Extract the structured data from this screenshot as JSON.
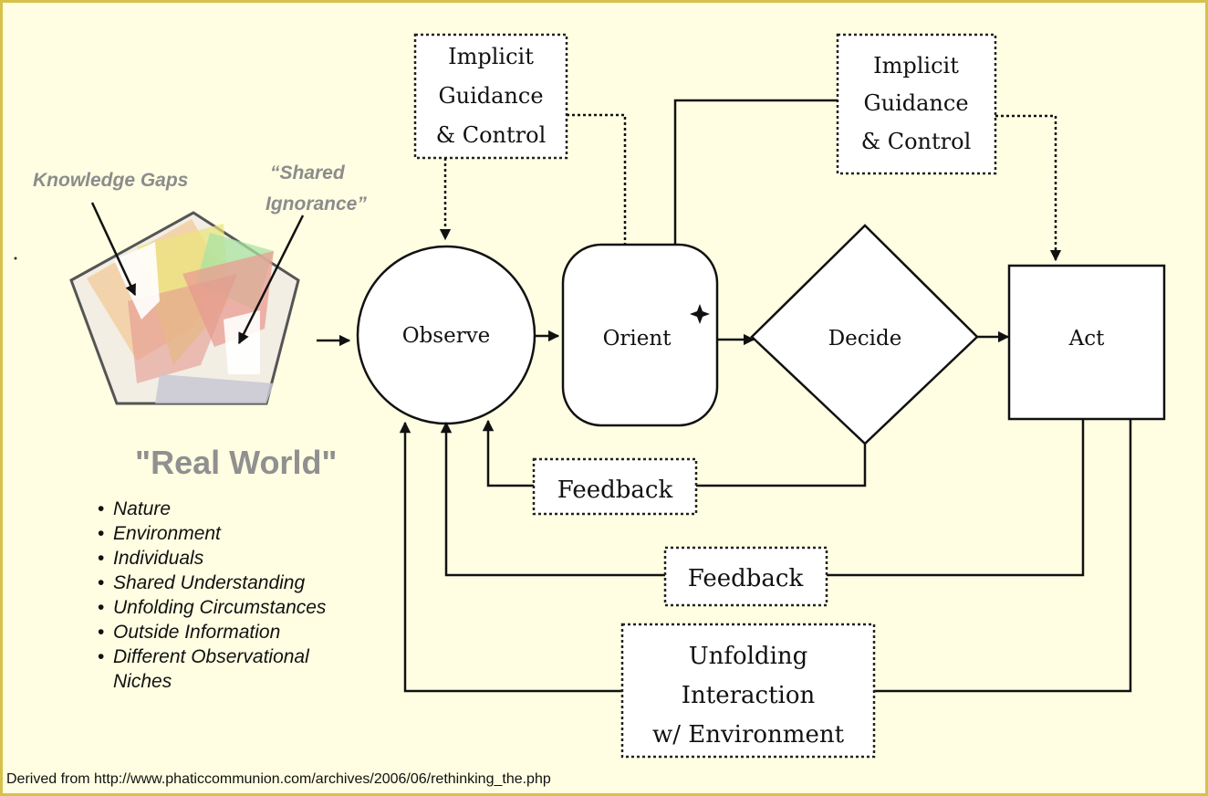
{
  "real_world": {
    "knowledge_gaps": "Knowledge Gaps",
    "shared_ignorance_line1": "“Shared",
    "shared_ignorance_line2": "Ignorance”",
    "title": "\"Real World\"",
    "items": [
      "Nature",
      "Environment",
      "Individuals",
      "Shared Understanding",
      "Unfolding Circumstances",
      "Outside Information",
      "Different Observational Niches"
    ]
  },
  "loop": {
    "observe": "Observe",
    "orient": "Orient",
    "decide": "Decide",
    "act": "Act"
  },
  "guidance_left": [
    "Implicit",
    "Guidance",
    "& Control"
  ],
  "guidance_right": [
    "Implicit",
    "Guidance",
    "& Control"
  ],
  "feedback_decide": "Feedback",
  "feedback_act": "Feedback",
  "unfolding": [
    "Unfolding",
    "Interaction",
    "w/ Environment"
  ],
  "source": "Derived from http://www.phaticcommunion.com/archives/2006/06/rethinking_the.php"
}
